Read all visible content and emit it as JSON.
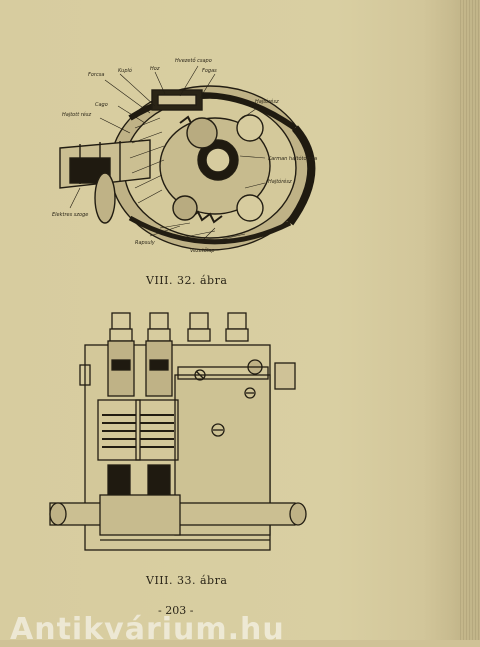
{
  "figure1": {
    "caption": "VIII. 32. ábra",
    "labels": {
      "hvezeto_csapo": "Hvezető csapo",
      "fogas": "Fogas",
      "hoz": "Hoz",
      "forcsa": "Forcsa",
      "kuplo": "Kupló",
      "cago": "Cago",
      "hajtott_resz": "Hajtott rész",
      "hajto_resz_top": "Hajtórész",
      "hajto_resz_right": "Hajtórész",
      "karman_hajtotorcsa": "Karman hajtótorcsa",
      "ekekes_szoge": "Elektres szoge",
      "rapsulyi": "Rapsuly",
      "vezetolap": "Vezetőlap"
    }
  },
  "figure2": {
    "caption": "VIII. 33. ábra"
  },
  "page_number": "- 203 -",
  "watermark": "Antikvárium.hu"
}
